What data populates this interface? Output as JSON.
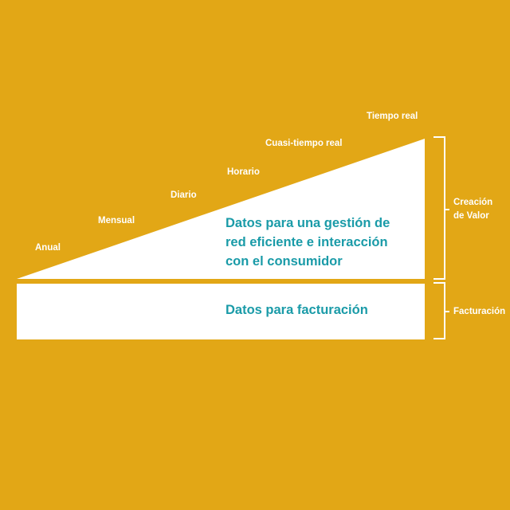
{
  "colors": {
    "background": "#E2A716",
    "shape_fill": "#FFFFFF",
    "main_text": "#1A9BA8",
    "label_text": "#FFFFFF"
  },
  "frequency_labels": [
    {
      "text": "Anual"
    },
    {
      "text": "Mensual"
    },
    {
      "text": "Diario"
    },
    {
      "text": "Horario"
    },
    {
      "text": "Cuasi-tiempo real"
    },
    {
      "text": "Tiempo real"
    }
  ],
  "triangle": {
    "text_lines": [
      "Datos para una gestión de",
      "red eficiente e interacción",
      "con el consumidor"
    ]
  },
  "rectangle": {
    "text": "Datos para facturación"
  },
  "brackets": {
    "top": {
      "lines": [
        "Creación",
        "de Valor"
      ]
    },
    "bottom": {
      "lines": [
        "Facturación"
      ]
    }
  }
}
